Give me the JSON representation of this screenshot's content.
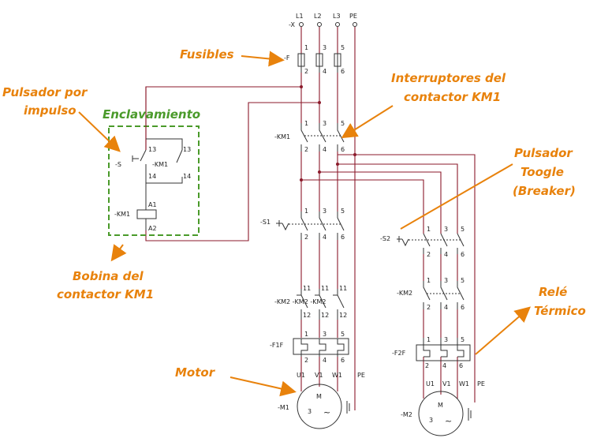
{
  "supply": {
    "l1": "L1",
    "l2": "L2",
    "l3": "L3",
    "pe": "PE",
    "x": "-X"
  },
  "fuses": {
    "tag": "-F",
    "top": [
      "1",
      "3",
      "5"
    ],
    "bottom": [
      "2",
      "4",
      "6"
    ]
  },
  "km1_contacts": {
    "tag": "-KM1",
    "top": [
      "1",
      "3",
      "5"
    ],
    "bottom": [
      "2",
      "4",
      "6"
    ]
  },
  "s1": {
    "tag": "-S1",
    "top": [
      "1",
      "3",
      "5"
    ],
    "bottom": [
      "2",
      "4",
      "6"
    ]
  },
  "km2_nc": {
    "tags": "-KM2 -KM2 -KM2",
    "top": [
      "11",
      "11",
      "11"
    ],
    "bottom": [
      "12",
      "12",
      "12"
    ]
  },
  "f1f": {
    "tag": "-F1F",
    "top": [
      "1",
      "3",
      "5"
    ],
    "bottom": [
      "2",
      "4",
      "6"
    ]
  },
  "motor1": {
    "terms": [
      "U1",
      "V1",
      "W1",
      "PE"
    ],
    "tag": "-M1",
    "m": "M",
    "ph": "3",
    "ac": "~"
  },
  "control": {
    "s_tag": "-S",
    "km1_tag": "-KM1",
    "s_top": "13",
    "s_bot": "14",
    "k_top": "13",
    "k_bot": "14",
    "coil_tag": "-KM1",
    "a1": "A1",
    "a2": "A2"
  },
  "s2": {
    "tag": "-S2",
    "top": [
      "1",
      "3",
      "5"
    ],
    "bottom": [
      "2",
      "4",
      "6"
    ]
  },
  "km2": {
    "tag": "-KM2",
    "top": [
      "1",
      "3",
      "5"
    ],
    "bottom": [
      "2",
      "4",
      "6"
    ]
  },
  "f2f": {
    "tag": "-F2F",
    "top": [
      "1",
      "3",
      "5"
    ],
    "bottom": [
      "2",
      "4",
      "6"
    ]
  },
  "motor2": {
    "terms": [
      "U1",
      "V1",
      "W1",
      "PE"
    ],
    "tag": "-M2",
    "m": "M",
    "ph": "3",
    "ac": "~"
  },
  "annotations": {
    "fusibles": "Fusibles",
    "pulsador1": "Pulsador por",
    "pulsador2": "impulso",
    "enclavamiento": "Enclavamiento",
    "interruptores1": "Interruptores del",
    "interruptores2": "contactor KM1",
    "toogle1": "Pulsador",
    "toogle2": "Toogle",
    "toogle3": "(Breaker)",
    "bobina1": "Bobina del",
    "bobina2": "contactor KM1",
    "motor": "Motor",
    "rele1": "Relé",
    "rele2": "Térmico"
  },
  "colors": {
    "wire": "#8b1a2b",
    "annotation": "#e8820c",
    "enclosure": "#4a9a2a"
  }
}
